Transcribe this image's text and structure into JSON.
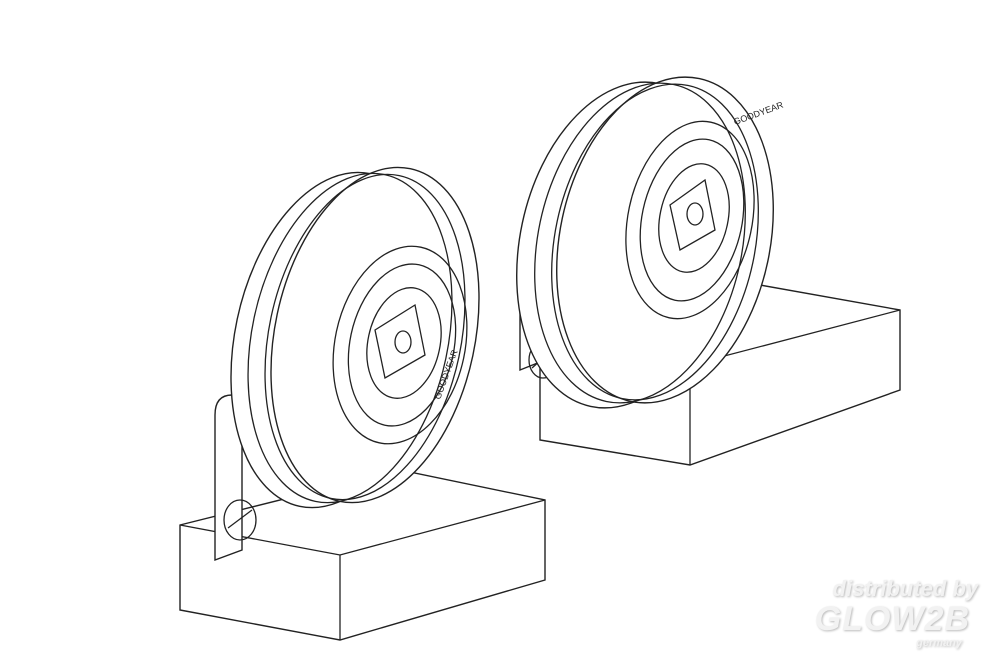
{
  "watermark": {
    "line1": "distributed by",
    "line2": "GLOW2B",
    "line3": "germany"
  },
  "tire_marking": "GOODYEAR",
  "colors": {
    "line": "#222222",
    "background": "#ffffff"
  }
}
